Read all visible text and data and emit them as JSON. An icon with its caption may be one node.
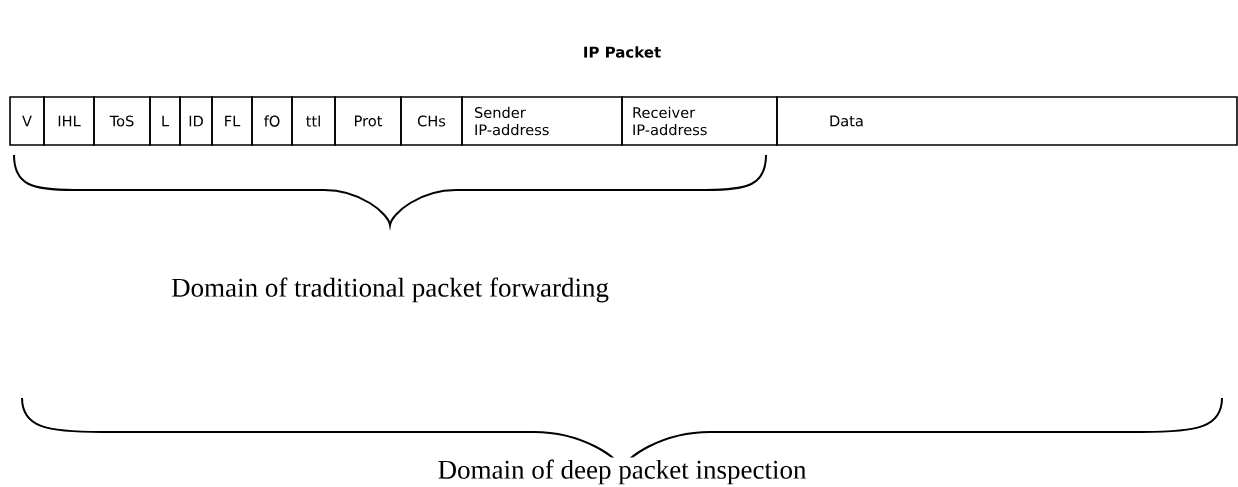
{
  "diagram": {
    "title": "IP Packet",
    "nodes": [
      {
        "text": [
          "V"
        ]
      },
      {
        "text": [
          "IHL"
        ]
      },
      {
        "text": [
          "ToS"
        ]
      },
      {
        "text": [
          "L"
        ]
      },
      {
        "text": [
          "ID"
        ]
      },
      {
        "text": [
          "FL"
        ]
      },
      {
        "text": [
          "fO"
        ]
      },
      {
        "text": [
          "ttl"
        ]
      },
      {
        "text": [
          "Prot"
        ]
      },
      {
        "text": [
          "CHs"
        ]
      },
      {
        "text": [
          "Sender IP-address"
        ]
      },
      {
        "text": [
          "Receiver IP-address"
        ]
      },
      {
        "text": [
          "Data"
        ]
      }
    ],
    "edges": [],
    "labels": [
      "Domain of traditional packet forwarding",
      "Domain of deep packet inspection"
    ]
  }
}
